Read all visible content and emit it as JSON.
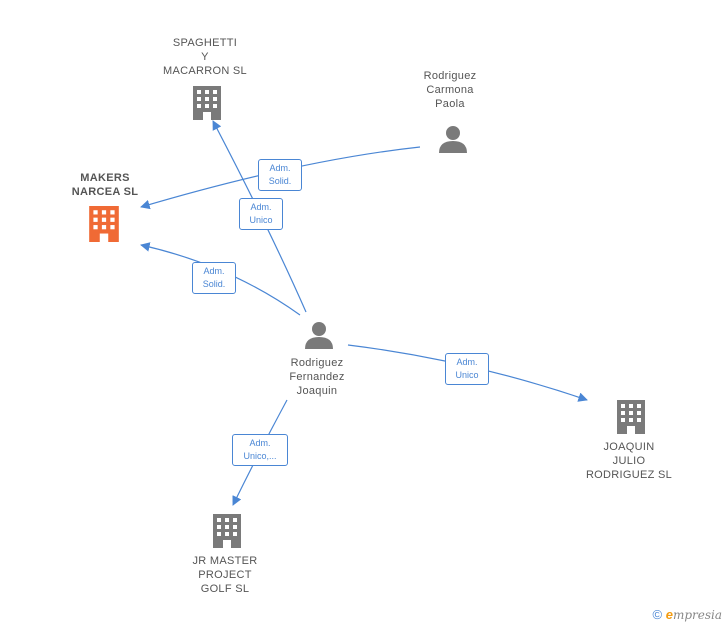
{
  "nodes": {
    "spaghetti": {
      "label": "SPAGHETTI\nY\nMACARRON  SL",
      "icon": "building-icon",
      "color": "#7a7a7a"
    },
    "makers": {
      "label": "MAKERS\nNARCEA  SL",
      "icon": "building-icon",
      "color": "#f06a35"
    },
    "carmona": {
      "label": "Rodriguez\nCarmona\nPaola",
      "icon": "person-icon",
      "color": "#7a7a7a"
    },
    "fernandez": {
      "label": "Rodriguez\nFernandez\nJoaquin",
      "icon": "person-icon",
      "color": "#7a7a7a"
    },
    "joaquin_julio": {
      "label": "JOAQUIN\nJULIO\nRODRIGUEZ SL",
      "icon": "building-icon",
      "color": "#7a7a7a"
    },
    "jr_master": {
      "label": "JR MASTER\nPROJECT\nGOLF  SL",
      "icon": "building-icon",
      "color": "#7a7a7a"
    }
  },
  "edges": {
    "carmona_makers": "Adm.\nSolid.",
    "fernandez_spaghetti": "Adm.\nUnico",
    "fernandez_makers": "Adm.\nSolid.",
    "fernandez_joaquin": "Adm.\nUnico",
    "fernandez_jrmaster": "Adm.\nUnico,..."
  },
  "footer": {
    "copyright": "©",
    "brand_e": "e",
    "brand_rest": "mpresia"
  },
  "colors": {
    "edge": "#4a86d4"
  }
}
